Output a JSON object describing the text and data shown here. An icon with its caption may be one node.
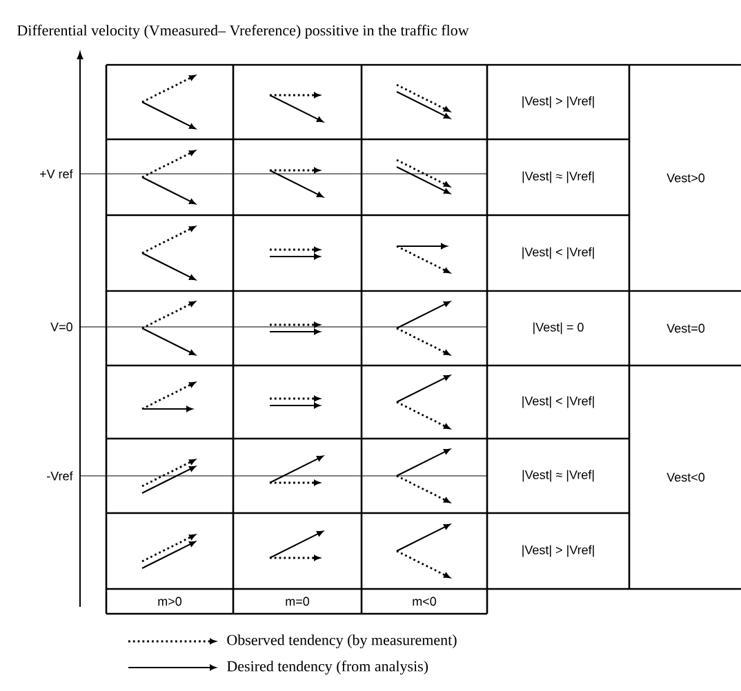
{
  "diagram": {
    "title": "Differential velocity (Vmeasured– Vreference) possitive in the traffic flow",
    "labels": [
      "|Vest| > |Vref|",
      "+V ref",
      "|Vest| ≈ |Vref|",
      "Vest>0",
      "|Vest| < |Vref|",
      "V=0",
      "|Vest| = 0",
      "Vest=0",
      "|Vest| < |Vref|",
      "-Vref",
      "|Vest| ≈ |Vref|",
      "Vest<0",
      "|Vest| > |Vref|",
      "m>0",
      "m=0",
      "m<0"
    ],
    "legend": [
      {
        "text": "Observed tendency (by measurement)"
      },
      {
        "text": "Desired tendency (from analysis)"
      }
    ]
  }
}
